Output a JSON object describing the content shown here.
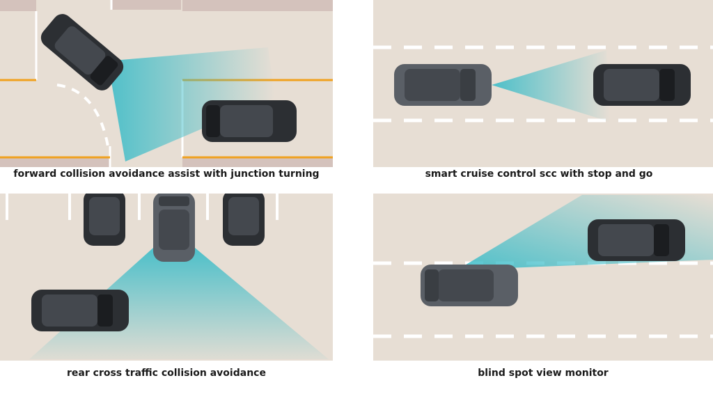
{
  "colors": {
    "road": "#e7ded4",
    "curb": "#d4c2bc",
    "lane_marking": "#ffffff",
    "junction_marking": "#f0a11e",
    "sensor_cone": "#3bbcc8",
    "car_body": "#2c2f33",
    "car_roof": "#44484e",
    "host_car_body": "#5a5f66",
    "caption_text": "#1a1a1a"
  },
  "panels": [
    {
      "id": "fca-junction",
      "caption": "forward collision avoidance assist with junction turning"
    },
    {
      "id": "scc-stop-go",
      "caption": "smart cruise control scc with stop and go"
    },
    {
      "id": "rcca",
      "caption": "rear cross traffic collision avoidance"
    },
    {
      "id": "bvm",
      "caption": "blind spot view monitor"
    }
  ]
}
